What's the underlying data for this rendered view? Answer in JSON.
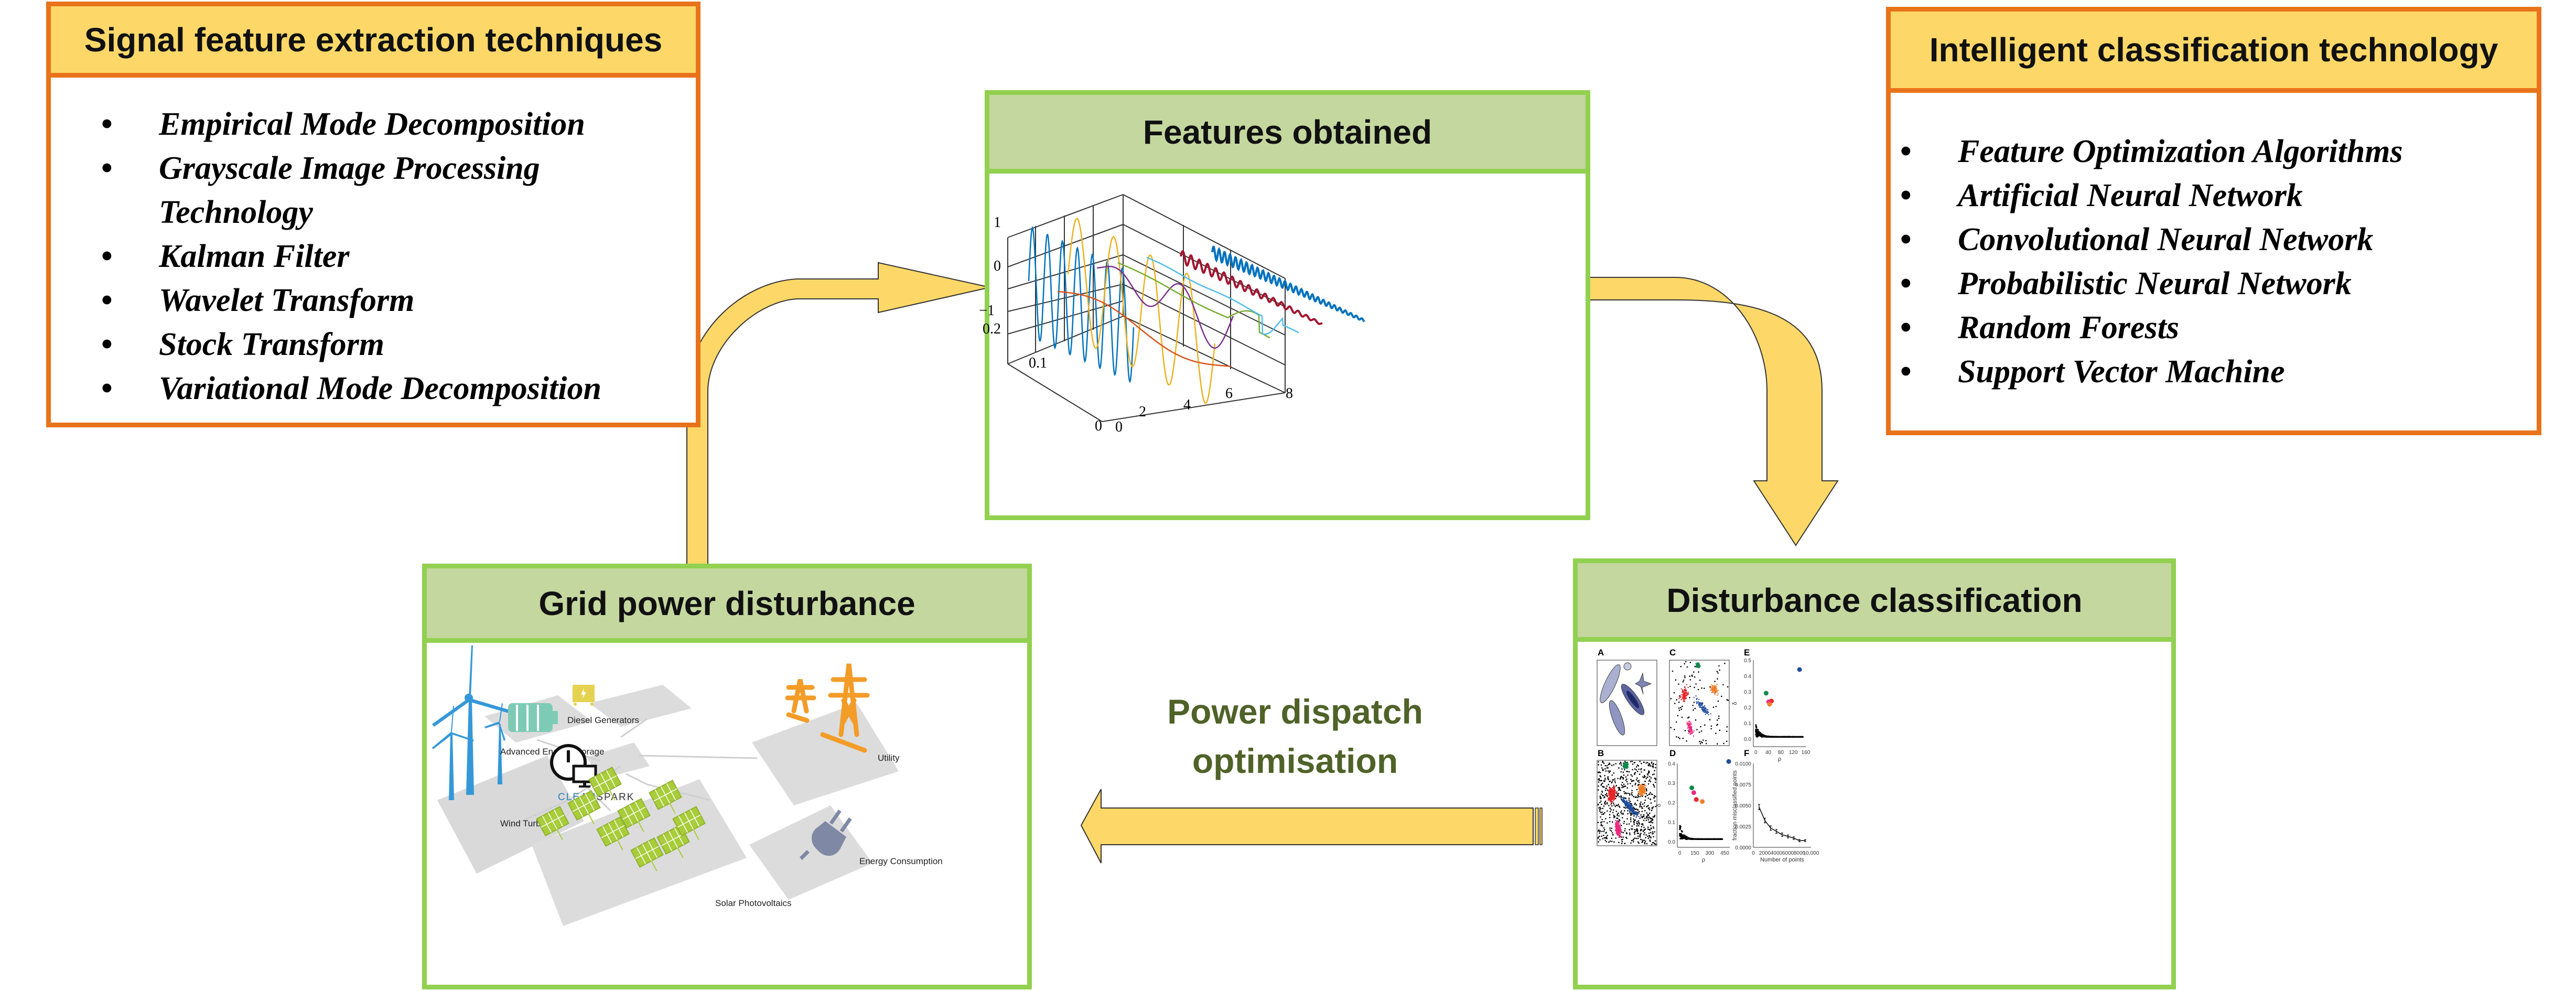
{
  "colors": {
    "orange_border": "#e8731a",
    "orange_header": "#fdd868",
    "green_border": "#92d050",
    "green_header": "#c4d79f",
    "arrow_fill": "#fdd868",
    "dispatch_text": "#4f6228"
  },
  "signal_box": {
    "title": "Signal feature extraction techniques",
    "items": [
      "Empirical Mode Decomposition",
      "Grayscale Image Processing Technology",
      "Kalman Filter",
      "Wavelet Transform",
      "Stock Transform",
      "Variational Mode Decomposition"
    ]
  },
  "classification_box": {
    "title": "Intelligent classification technology",
    "items": [
      "Feature Optimization Algorithms",
      "Artificial Neural Network",
      "Convolutional Neural Network",
      "Probabilistic Neural Network",
      "Random Forests",
      "Support Vector Machine"
    ]
  },
  "features_box": {
    "title": "Features obtained",
    "plot": {
      "z_ticks": [
        "1",
        "0",
        "−1"
      ],
      "y_ticks": [
        "0.2",
        "0.1",
        "0"
      ],
      "x_ticks": [
        "0",
        "2",
        "4",
        "6",
        "8"
      ],
      "series_colors": [
        "#0072bd",
        "#edb120",
        "#d95319",
        "#7e2f8e",
        "#77ac30",
        "#4dbeee",
        "#a2142f",
        "#0072bd"
      ]
    }
  },
  "grid_box": {
    "title": "Grid power disturbance",
    "labels": {
      "wind": "Wind Turbines",
      "storage": "Advanced Energy Storage",
      "diesel": "Diesel Generators",
      "utility": "Utility",
      "consumption": "Energy Consumption",
      "solar": "Solar Photovoltaics",
      "brand_a": "CLEAN",
      "brand_b": "SPARK"
    }
  },
  "disturbance_box": {
    "title": "Disturbance classification",
    "panels": {
      "A": "A",
      "B": "B",
      "C": "C",
      "D": "D",
      "E": "E",
      "F": "F"
    },
    "panel_d": {
      "y_ticks": [
        "0.4",
        "0.3",
        "0.2",
        "0.1",
        "0.0"
      ],
      "x_ticks": [
        "0",
        "150",
        "300",
        "450"
      ],
      "xlabel": "ρ",
      "ylabel": "δ"
    },
    "panel_e": {
      "y_ticks": [
        "0.5",
        "0.4",
        "0.3",
        "0.2",
        "0.1",
        "0.0"
      ],
      "x_ticks": [
        "0",
        "40",
        "80",
        "120",
        "160"
      ],
      "xlabel": "ρ",
      "ylabel": "δ"
    },
    "panel_f": {
      "y_ticks": [
        "0.0100",
        "0.0075",
        "0.0050",
        "0.0025",
        "0.0000"
      ],
      "x_ticks": [
        "0",
        "2000",
        "4000",
        "6000",
        "8000",
        "10,000"
      ],
      "xlabel": "Number of points",
      "ylabel": "fraction misclassified points"
    }
  },
  "chart_data": [
    {
      "type": "scatter",
      "title": "E",
      "xlabel": "ρ",
      "ylabel": "δ",
      "xlim": [
        0,
        160
      ],
      "ylim": [
        0,
        0.5
      ],
      "series": [
        {
          "name": "blue",
          "color": "#1f4e9c",
          "x": [
            140
          ],
          "y": [
            0.44
          ]
        },
        {
          "name": "green",
          "color": "#0f8a4a",
          "x": [
            33
          ],
          "y": [
            0.29
          ]
        },
        {
          "name": "red",
          "color": "#e8252a",
          "x": [
            50
          ],
          "y": [
            0.24
          ]
        },
        {
          "name": "pink",
          "color": "#ea2a7f",
          "x": [
            41
          ],
          "y": [
            0.235
          ]
        },
        {
          "name": "orange",
          "color": "#f07f2b",
          "x": [
            44
          ],
          "y": [
            0.22
          ]
        }
      ]
    },
    {
      "type": "scatter",
      "title": "D",
      "xlabel": "ρ",
      "ylabel": "δ",
      "xlim": [
        0,
        450
      ],
      "ylim": [
        0,
        0.4
      ],
      "series": [
        {
          "name": "blue",
          "color": "#1f4e9c",
          "x": [
            490
          ],
          "y": [
            0.41
          ]
        },
        {
          "name": "green",
          "color": "#0f8a4a",
          "x": [
            120
          ],
          "y": [
            0.275
          ]
        },
        {
          "name": "pink",
          "color": "#ea2a7f",
          "x": [
            140
          ],
          "y": [
            0.25
          ]
        },
        {
          "name": "red",
          "color": "#e8252a",
          "x": [
            165
          ],
          "y": [
            0.215
          ]
        },
        {
          "name": "orange",
          "color": "#f07f2b",
          "x": [
            225
          ],
          "y": [
            0.205
          ]
        }
      ]
    },
    {
      "type": "line",
      "title": "F",
      "xlabel": "Number of points",
      "ylabel": "fraction misclassified points",
      "xlim": [
        0,
        10000
      ],
      "ylim": [
        0,
        0.01
      ],
      "x": [
        1000,
        2000,
        3000,
        4000,
        5000,
        6000,
        7000,
        8000,
        9000
      ],
      "values": [
        0.0048,
        0.0032,
        0.0023,
        0.0019,
        0.0015,
        0.0013,
        0.0011,
        0.0008,
        0.0008
      ]
    }
  ],
  "flow": {
    "dispatch_label_line1": "Power dispatch",
    "dispatch_label_line2": "optimisation"
  }
}
